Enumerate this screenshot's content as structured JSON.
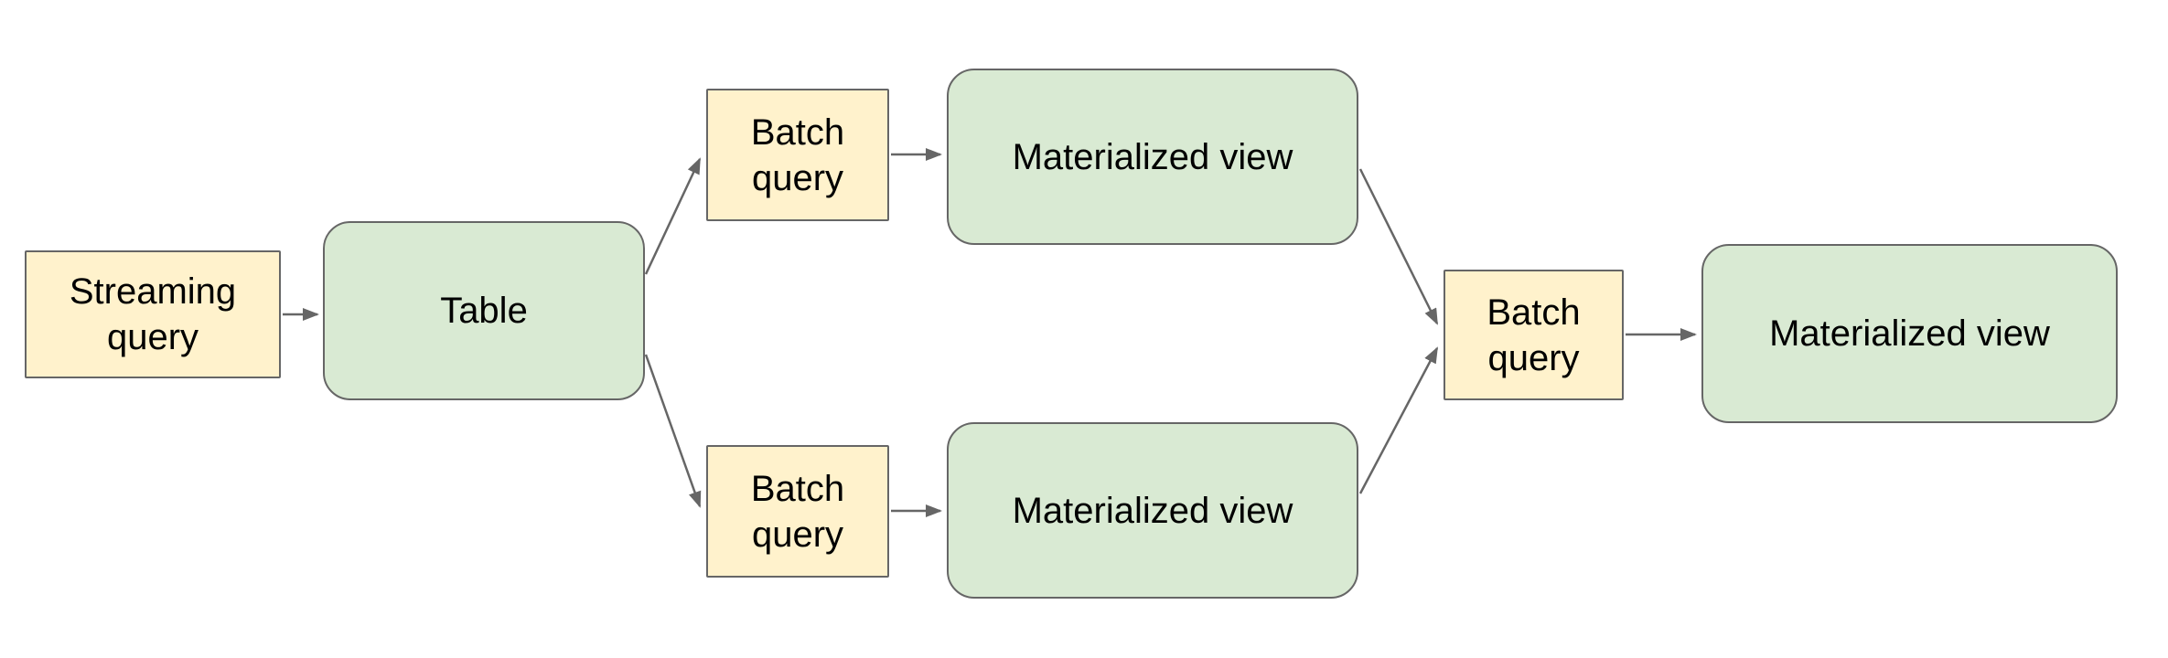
{
  "diagram": {
    "colors": {
      "query_fill": "#FFF2CC",
      "query_border": "#666666",
      "view_fill": "#D9EAD3",
      "view_border": "#666666",
      "arrow": "#666666",
      "text": "#000000",
      "background": "#FFFFFF"
    },
    "nodes": [
      {
        "id": "streaming-query",
        "label": "Streaming query",
        "kind": "query"
      },
      {
        "id": "table",
        "label": "Table",
        "kind": "view"
      },
      {
        "id": "batch-query-top",
        "label": "Batch query",
        "kind": "query"
      },
      {
        "id": "materialized-view-top",
        "label": "Materialized view",
        "kind": "view"
      },
      {
        "id": "batch-query-bottom",
        "label": "Batch query",
        "kind": "query"
      },
      {
        "id": "materialized-view-bottom",
        "label": "Materialized view",
        "kind": "view"
      },
      {
        "id": "batch-query-final",
        "label": "Batch query",
        "kind": "query"
      },
      {
        "id": "materialized-view-final",
        "label": "Materialized view",
        "kind": "view"
      }
    ],
    "edges": [
      {
        "from": "streaming-query",
        "to": "table"
      },
      {
        "from": "table",
        "to": "batch-query-top"
      },
      {
        "from": "table",
        "to": "batch-query-bottom"
      },
      {
        "from": "batch-query-top",
        "to": "materialized-view-top"
      },
      {
        "from": "batch-query-bottom",
        "to": "materialized-view-bottom"
      },
      {
        "from": "materialized-view-top",
        "to": "batch-query-final"
      },
      {
        "from": "materialized-view-bottom",
        "to": "batch-query-final"
      },
      {
        "from": "batch-query-final",
        "to": "materialized-view-final"
      }
    ]
  }
}
